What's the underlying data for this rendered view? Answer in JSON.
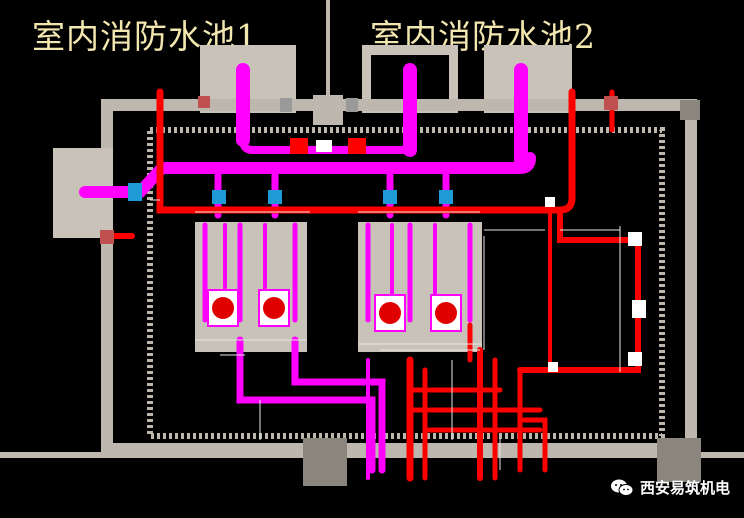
{
  "titles": {
    "left": "室内消防水池1",
    "right": "室内消防水池2"
  },
  "watermark": {
    "text": "西安易筑机电",
    "icon": "wechat-icon"
  },
  "colors": {
    "background": "#000000",
    "wall": "#bdb7ad",
    "wall_inner": "#d9d4cc",
    "pump_pipe": "#ff00ff",
    "fire_pipe": "#ff0000",
    "title": "#f3e7b0",
    "pump_red": "#e00000"
  }
}
